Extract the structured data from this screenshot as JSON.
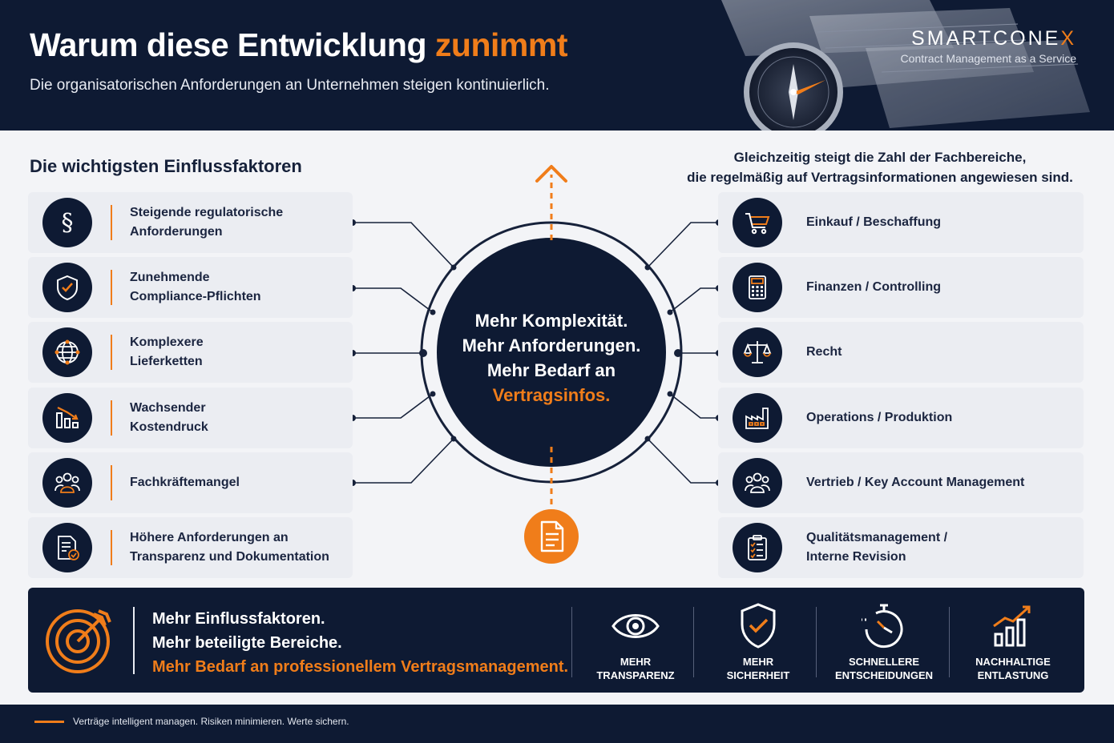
{
  "header": {
    "title_main": "Warum diese Entwicklung",
    "title_accent": "zunimmt",
    "subtitle": "Die organisatorischen Anforderungen an Unternehmen steigen kontinuierlich.",
    "brand_name": "SMARTCONE",
    "brand_x": "X",
    "brand_tagline": "Contract Management as a Service"
  },
  "left": {
    "heading": "Die wichtigsten Einflussfaktoren",
    "items": [
      {
        "icon": "paragraph-icon",
        "line1": "Steigende regulatorische",
        "line2": "Anforderungen"
      },
      {
        "icon": "shield-check-icon",
        "line1": "Zunehmende",
        "line2": "Compliance-Pflichten"
      },
      {
        "icon": "globe-network-icon",
        "line1": "Komplexere",
        "line2": "Lieferketten"
      },
      {
        "icon": "bar-chart-down-icon",
        "line1": "Wachsender",
        "line2": "Kostendruck"
      },
      {
        "icon": "team-icon",
        "line1": "Fachkräftemangel",
        "line2": ""
      },
      {
        "icon": "document-check-icon",
        "line1": "Höhere Anforderungen an",
        "line2": "Transparenz und Dokumentation"
      }
    ]
  },
  "right": {
    "heading_line1": "Gleichzeitig steigt die Zahl der Fachbereiche,",
    "heading_line2": "die regelmäßig auf Vertragsinformationen angewiesen sind.",
    "items": [
      {
        "icon": "shopping-cart-icon",
        "line1": "Einkauf / Beschaffung",
        "line2": ""
      },
      {
        "icon": "calculator-icon",
        "line1": "Finanzen / Controlling",
        "line2": ""
      },
      {
        "icon": "scales-icon",
        "line1": "Recht",
        "line2": ""
      },
      {
        "icon": "factory-icon",
        "line1": "Operations / Produktion",
        "line2": ""
      },
      {
        "icon": "team-icon",
        "line1": "Vertrieb / Key Account Management",
        "line2": ""
      },
      {
        "icon": "clipboard-checklist-icon",
        "line1": "Qualitätsmanagement /",
        "line2": "Interne Revision"
      }
    ]
  },
  "center": {
    "line1": "Mehr Komplexität.",
    "line2": "Mehr Anforderungen.",
    "line3": "Mehr Bedarf an",
    "line4": "Vertragsinfos."
  },
  "banner": {
    "line1": "Mehr Einflussfaktoren.",
    "line2": "Mehr beteiligte Bereiche.",
    "line3": "Mehr Bedarf an professionellem Vertragsmanagement.",
    "benefits": [
      {
        "icon": "eye-icon",
        "line1": "MEHR",
        "line2": "TRANSPARENZ"
      },
      {
        "icon": "shield-check-icon",
        "line1": "MEHR",
        "line2": "SICHERHEIT"
      },
      {
        "icon": "stopwatch-icon",
        "line1": "SCHNELLERE",
        "line2": "ENTSCHEIDUNGEN"
      },
      {
        "icon": "growth-chart-icon",
        "line1": "NACHHALTIGE",
        "line2": "ENTLASTUNG"
      }
    ]
  },
  "footer": {
    "text": "Verträge intelligent managen. Risiken minimieren. Werte sichern."
  },
  "colors": {
    "navy": "#0e1a33",
    "orange": "#f07d1a",
    "background": "#f3f4f7",
    "card": "#ebedf2"
  }
}
